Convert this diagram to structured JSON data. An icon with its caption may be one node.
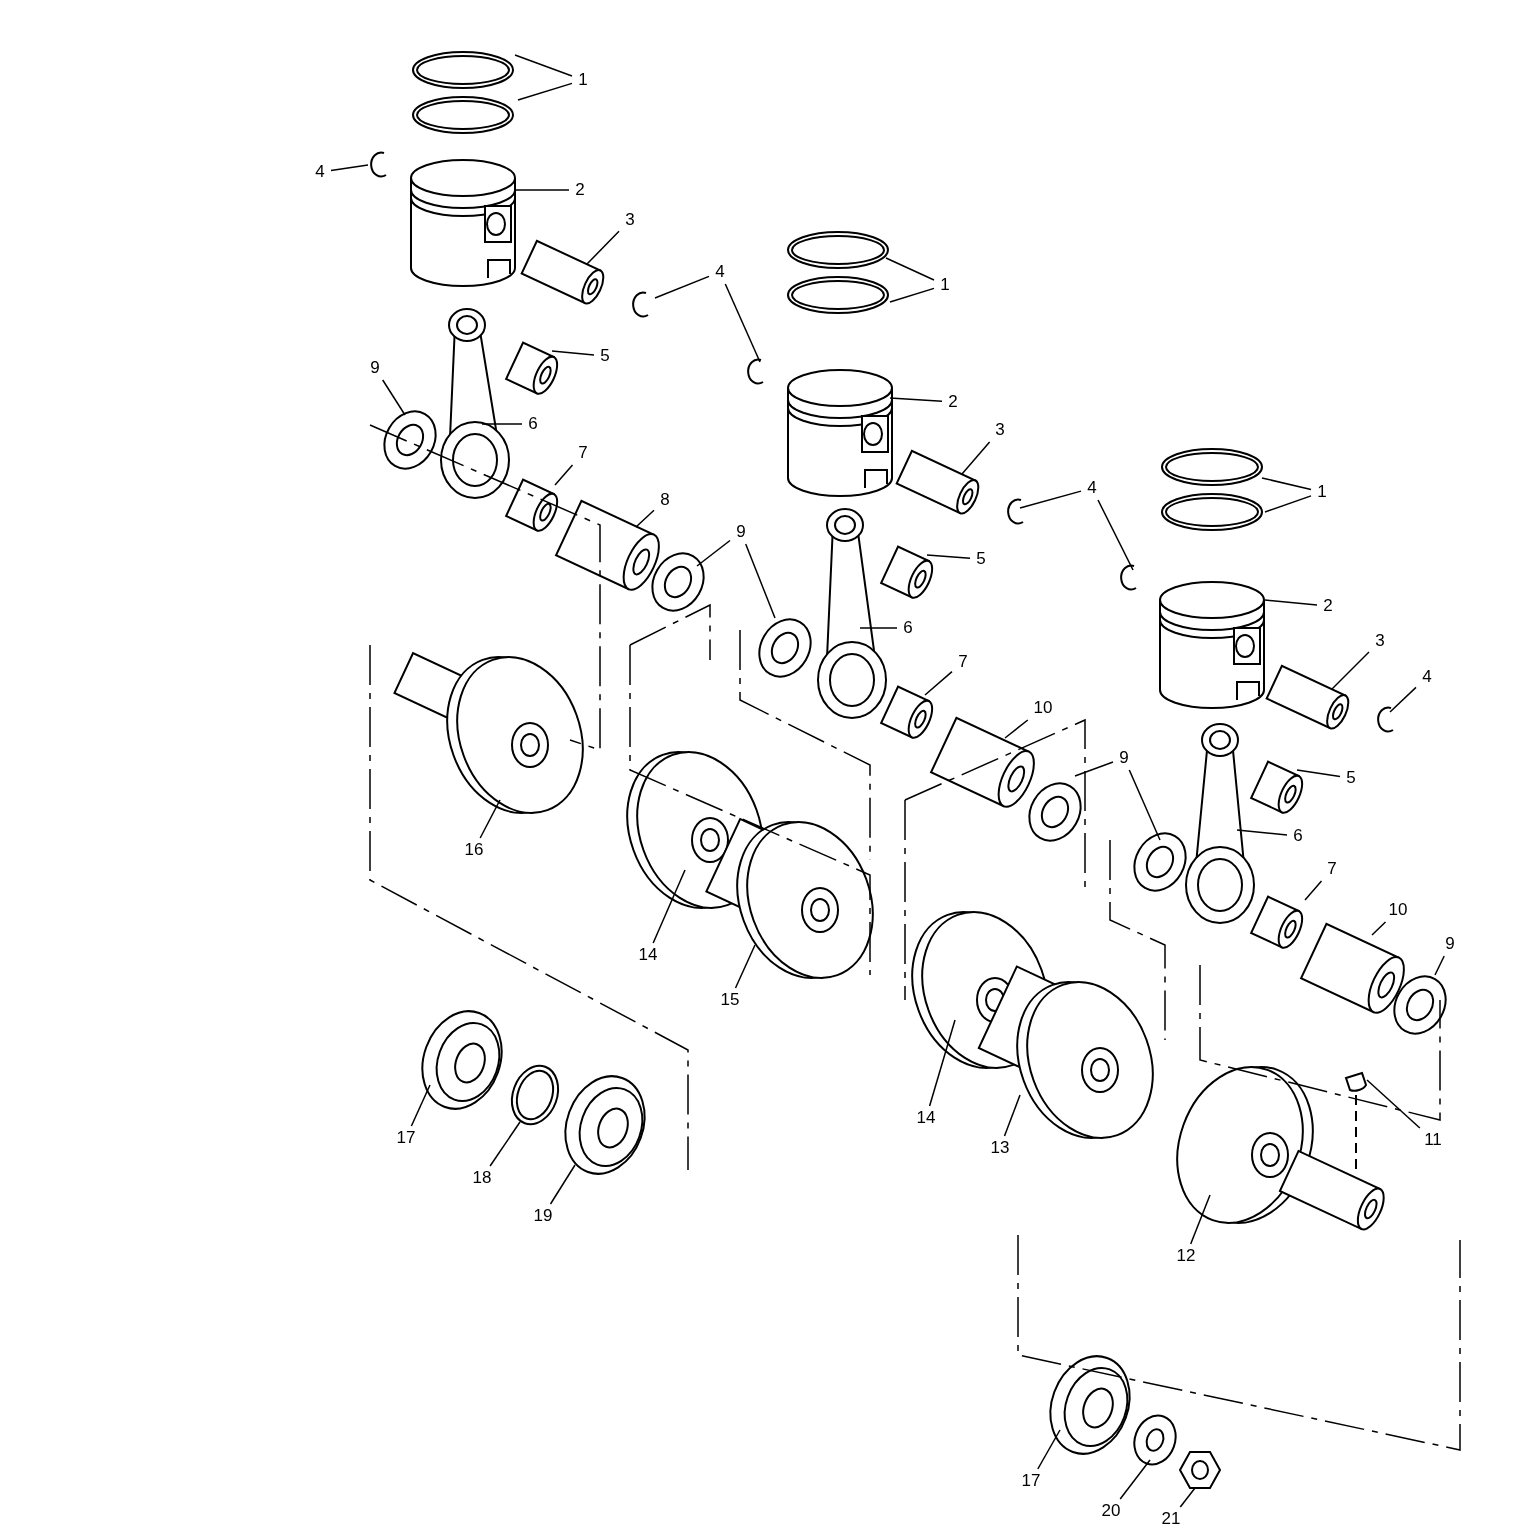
{
  "diagram": {
    "nodes": [
      {
        "text": [
          "1"
        ]
      },
      {
        "text": [
          "4"
        ]
      },
      {
        "text": [
          "2"
        ]
      },
      {
        "text": [
          "3"
        ]
      },
      {
        "text": [
          "4"
        ]
      },
      {
        "text": [
          "1"
        ]
      },
      {
        "text": [
          "5"
        ]
      },
      {
        "text": [
          "9"
        ]
      },
      {
        "text": [
          "2"
        ]
      },
      {
        "text": [
          "6"
        ]
      },
      {
        "text": [
          "3"
        ]
      },
      {
        "text": [
          "7"
        ]
      },
      {
        "text": [
          "4"
        ]
      },
      {
        "text": [
          "1"
        ]
      },
      {
        "text": [
          "8"
        ]
      },
      {
        "text": [
          "9"
        ]
      },
      {
        "text": [
          "5"
        ]
      },
      {
        "text": [
          "2"
        ]
      },
      {
        "text": [
          "6"
        ]
      },
      {
        "text": [
          "3"
        ]
      },
      {
        "text": [
          "7"
        ]
      },
      {
        "text": [
          "4"
        ]
      },
      {
        "text": [
          "10"
        ]
      },
      {
        "text": [
          "9"
        ]
      },
      {
        "text": [
          "5"
        ]
      },
      {
        "text": [
          "6"
        ]
      },
      {
        "text": [
          "16"
        ]
      },
      {
        "text": [
          "7"
        ]
      },
      {
        "text": [
          "10"
        ]
      },
      {
        "text": [
          "9"
        ]
      },
      {
        "text": [
          "14"
        ]
      },
      {
        "text": [
          "15"
        ]
      },
      {
        "text": [
          "14"
        ]
      },
      {
        "text": [
          "17"
        ]
      },
      {
        "text": [
          "11"
        ]
      },
      {
        "text": [
          "13"
        ]
      },
      {
        "text": [
          "18"
        ]
      },
      {
        "text": [
          "19"
        ]
      },
      {
        "text": [
          "12"
        ]
      },
      {
        "text": [
          "17"
        ]
      },
      {
        "text": [
          "20"
        ]
      },
      {
        "text": [
          "21"
        ]
      },
      {
        "text": [],
        "shape": "box"
      }
    ],
    "edges": [
      {
        "from": 0,
        "to": null,
        "arrow": "none"
      },
      {
        "from": 0,
        "to": null,
        "arrow": "none"
      },
      {
        "from": 1,
        "to": null,
        "arrow": "none"
      },
      {
        "from": 2,
        "to": null,
        "arrow": "none"
      },
      {
        "from": 3,
        "to": null,
        "arrow": "none"
      },
      {
        "from": 4,
        "to": null,
        "arrow": "none"
      },
      {
        "from": 4,
        "to": null,
        "arrow": "none"
      },
      {
        "from": 5,
        "to": null,
        "arrow": "none"
      },
      {
        "from": 5,
        "to": null,
        "arrow": "none"
      },
      {
        "from": 6,
        "to": null,
        "arrow": "none"
      },
      {
        "from": 7,
        "to": null,
        "arrow": "none"
      },
      {
        "from": 8,
        "to": null,
        "arrow": "none"
      },
      {
        "from": 9,
        "to": null,
        "arrow": "none"
      },
      {
        "from": 10,
        "to": null,
        "arrow": "none"
      },
      {
        "from": 11,
        "to": null,
        "arrow": "none"
      },
      {
        "from": 12,
        "to": null,
        "arrow": "none"
      },
      {
        "from": 12,
        "to": null,
        "arrow": "none"
      },
      {
        "from": 13,
        "to": null,
        "arrow": "none"
      },
      {
        "from": 13,
        "to": null,
        "arrow": "none"
      },
      {
        "from": 14,
        "to": null,
        "arrow": "none"
      },
      {
        "from": 15,
        "to": null,
        "arrow": "none"
      },
      {
        "from": 15,
        "to": null,
        "arrow": "none"
      },
      {
        "from": 16,
        "to": null,
        "arrow": "none"
      },
      {
        "from": 17,
        "to": null,
        "arrow": "none"
      },
      {
        "from": 18,
        "to": null,
        "arrow": "none"
      },
      {
        "from": 19,
        "to": null,
        "arrow": "none"
      },
      {
        "from": 20,
        "to": null,
        "arrow": "none"
      },
      {
        "from": 21,
        "to": null,
        "arrow": "none"
      },
      {
        "from": 22,
        "to": null,
        "arrow": "none"
      },
      {
        "from": 23,
        "to": null,
        "arrow": "none"
      },
      {
        "from": 23,
        "to": null,
        "arrow": "none"
      },
      {
        "from": 24,
        "to": null,
        "arrow": "none"
      },
      {
        "from": 25,
        "to": null,
        "arrow": "none"
      },
      {
        "from": 26,
        "to": null,
        "arrow": "none"
      },
      {
        "from": 27,
        "to": null,
        "arrow": "none"
      },
      {
        "from": 28,
        "to": null,
        "arrow": "none"
      },
      {
        "from": 29,
        "to": null,
        "arrow": "none"
      },
      {
        "from": 30,
        "to": null,
        "arrow": "none"
      },
      {
        "from": 31,
        "to": null,
        "arrow": "none"
      },
      {
        "from": 32,
        "to": null,
        "arrow": "none"
      },
      {
        "from": 33,
        "to": null,
        "arrow": "none"
      },
      {
        "from": 34,
        "to": 42,
        "arrow": "none"
      },
      {
        "from": 35,
        "to": null,
        "arrow": "none"
      },
      {
        "from": 36,
        "to": null,
        "arrow": "none"
      },
      {
        "from": 37,
        "to": null,
        "arrow": "none"
      },
      {
        "from": 38,
        "to": null,
        "arrow": "none"
      },
      {
        "from": 39,
        "to": null,
        "arrow": "none"
      },
      {
        "from": 40,
        "to": null,
        "arrow": "none"
      },
      {
        "from": 41,
        "to": null,
        "arrow": "none"
      }
    ]
  }
}
